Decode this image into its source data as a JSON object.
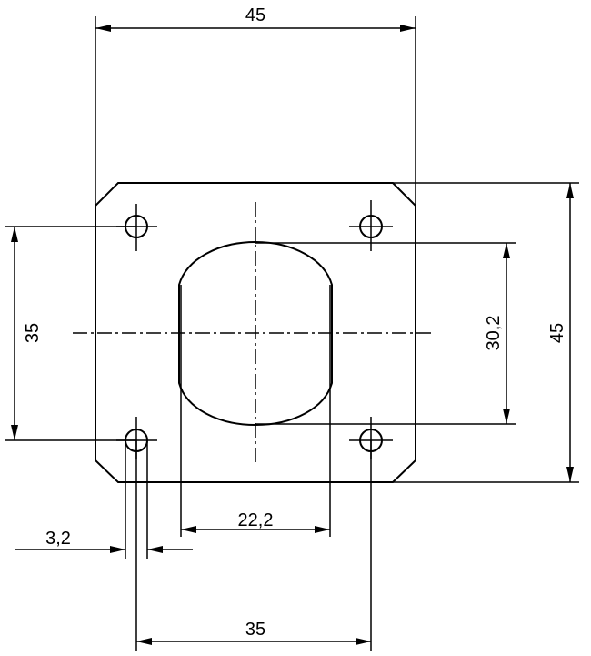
{
  "drawing": {
    "line_color": "#000000",
    "background": "#ffffff",
    "dimensions": {
      "overall_width": "45",
      "overall_height": "45",
      "hole_spacing_vertical": "35",
      "hole_spacing_horizontal": "35",
      "opening_height": "30,2",
      "opening_width": "22,2",
      "hole_diameter": "3,2"
    }
  }
}
